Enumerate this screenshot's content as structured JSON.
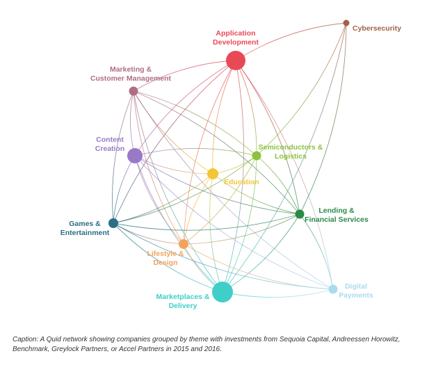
{
  "diagram": {
    "type": "network",
    "nodes": [
      {
        "id": "appdev",
        "lines": [
          "Application",
          "Development"
        ],
        "color": "#e84a55"
      },
      {
        "id": "cyber",
        "lines": [
          "Cybersecurity"
        ],
        "color": "#a0614a"
      },
      {
        "id": "marketing",
        "lines": [
          "Marketing &",
          "Customer Management"
        ],
        "color": "#b06d85"
      },
      {
        "id": "content",
        "lines": [
          "Content",
          "Creation"
        ],
        "color": "#9b79c9"
      },
      {
        "id": "semis",
        "lines": [
          "Semiconductors &",
          "Logistics"
        ],
        "color": "#8cc23f"
      },
      {
        "id": "education",
        "lines": [
          "Education"
        ],
        "color": "#f2c636"
      },
      {
        "id": "games",
        "lines": [
          "Games &",
          "Entertainment"
        ],
        "color": "#2d6e84"
      },
      {
        "id": "lending",
        "lines": [
          "Lending &",
          "Financial Services"
        ],
        "color": "#2a8a48"
      },
      {
        "id": "lifestyle",
        "lines": [
          "Lifestyle &",
          "Design"
        ],
        "color": "#f2a25c"
      },
      {
        "id": "marketplaces",
        "lines": [
          "Marketplaces &",
          "Delivery"
        ],
        "color": "#3fcfc8"
      },
      {
        "id": "payments",
        "lines": [
          "Digital",
          "Payments"
        ],
        "color": "#a9dbee"
      }
    ]
  },
  "caption": "Caption: A Quid network showing companies grouped by theme with investments from Sequoia Capital, Andreessen Horowitz, Benchmark, Greylock Partners, or Accel Partners in 2015 and 2016."
}
